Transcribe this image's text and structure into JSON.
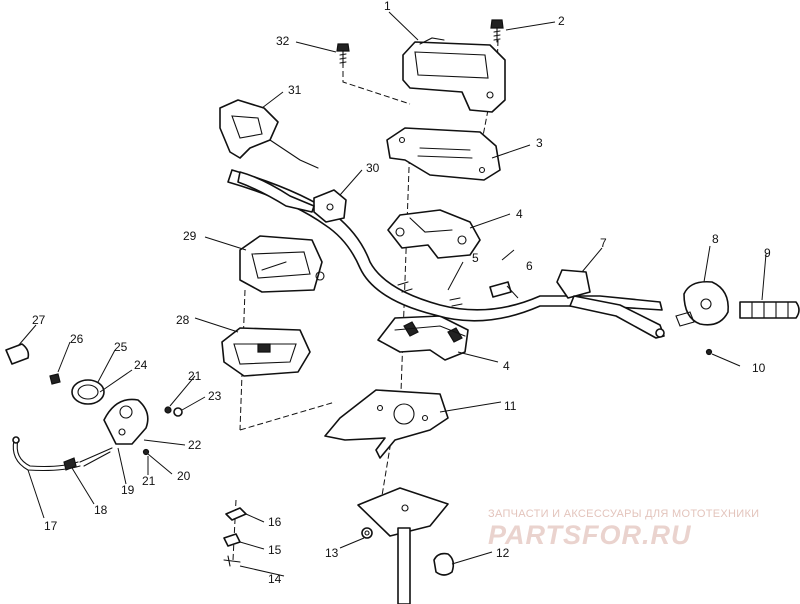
{
  "callouts": {
    "c1": "1",
    "c2": "2",
    "c3": "3",
    "c4a": "4",
    "c4b": "4",
    "c5": "5",
    "c6": "6",
    "c7": "7",
    "c8": "8",
    "c9": "9",
    "c10": "10",
    "c11": "11",
    "c12": "12",
    "c13": "13",
    "c14": "14",
    "c15": "15",
    "c16": "16",
    "c17": "17",
    "c18": "18",
    "c19": "19",
    "c20": "20",
    "c21a": "21",
    "c21b": "21",
    "c22": "22",
    "c23": "23",
    "c24": "24",
    "c25": "25",
    "c26": "26",
    "c27": "27",
    "c28": "28",
    "c29": "29",
    "c30": "30",
    "c31": "31",
    "c32": "32"
  },
  "watermark": {
    "tagline": "ЗАПЧАСТИ И АКСЕССУАРЫ ДЛЯ МОТОТЕХНИКИ",
    "logo": "PARTSFOR.RU",
    "color": "#e3c4bc"
  }
}
